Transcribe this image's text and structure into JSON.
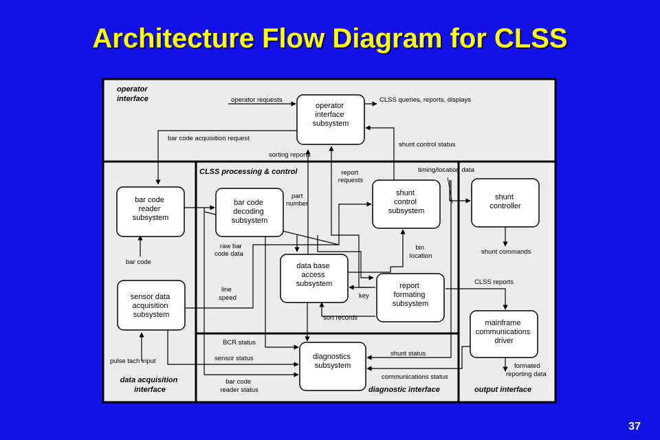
{
  "slide": {
    "title": "Architecture Flow Diagram for CLSS",
    "page_number": "37"
  },
  "regions": {
    "operator_interface": [
      "operator",
      "interface"
    ],
    "clss_processing": "CLSS  processing & control",
    "data_acquisition": [
      "data acquisition",
      "interface"
    ],
    "diagnostic_interface": "diagnostic interface",
    "output_interface": "output interface"
  },
  "boxes": {
    "operator_interface_subsystem": [
      "operator",
      "interface",
      "subsystem"
    ],
    "bar_code_reader_subsystem": [
      "bar code",
      "reader",
      "subsystem"
    ],
    "bar_code_decoding_subsystem": [
      "bar code",
      "decoding",
      "subsystem"
    ],
    "shunt_control_subsystem": [
      "shunt",
      "control",
      "subsystem"
    ],
    "shunt_controller": [
      "shunt",
      "controller"
    ],
    "data_base_access_subsystem": [
      "data base",
      "access",
      "subsystem"
    ],
    "report_formating_subsystem": [
      "report",
      "formating",
      "subsystem"
    ],
    "sensor_data_acquisition_subsystem": [
      "sensor data",
      "acquisition",
      "subsystem"
    ],
    "mainframe_communications_driver": [
      "mainframe",
      "communications",
      "driver"
    ],
    "diagnostics_subsystem": [
      "diagnostics",
      "subsystem"
    ]
  },
  "flows": {
    "operator_requests": [
      "operator requests"
    ],
    "clss_queries": [
      "CLSS queries, reports, displays"
    ],
    "bar_code_acquisition_request": [
      "bar code acquisition request"
    ],
    "sorting_reports": [
      "sorting reports"
    ],
    "shunt_control_status": [
      "shunt control status"
    ],
    "report_requests": [
      "report",
      "requests"
    ],
    "timing_location_data": [
      "timing/location data"
    ],
    "part_number": [
      "part",
      "number"
    ],
    "raw_bar_code_data": [
      "raw bar",
      "code data"
    ],
    "bar_code": [
      "bar code"
    ],
    "shunt_commands": [
      "shunt commands"
    ],
    "bin_location": [
      "bin",
      "location"
    ],
    "line_speed": [
      "line",
      "speed"
    ],
    "key": [
      "key"
    ],
    "clss_reports": [
      "CLSS reports"
    ],
    "sort_records": [
      "sort records"
    ],
    "bcr_status": [
      "BCR status"
    ],
    "shunt_status": [
      "shunt status"
    ],
    "sensor_status": [
      "sensor status"
    ],
    "pulse_tach_input": [
      "pulse tach input"
    ],
    "bar_code_reader_status": [
      "bar code",
      "reader status"
    ],
    "communications_status": [
      "communications status"
    ],
    "formated_reporting_data": [
      "formated",
      "reporting data"
    ]
  }
}
